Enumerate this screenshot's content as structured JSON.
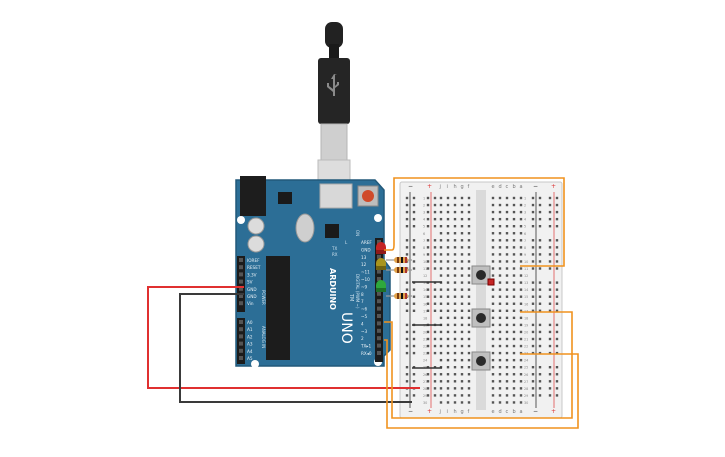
{
  "arduino": {
    "brand": "ARDUINO",
    "model": "UNO",
    "tm": "TM",
    "on_label": "ON",
    "tx": "TX",
    "rx": "RX",
    "l": "L",
    "digital_label": "DIGITAL (PWM ~)",
    "power_label": "POWER",
    "analog_label": "ANALOG IN",
    "digital_pins": [
      "AREF",
      "GND",
      "13",
      "12",
      "~11",
      "~10",
      "~9",
      "8",
      "7",
      "~6",
      "~5",
      "4",
      "~3",
      "2",
      "TX▸1",
      "RX◂0"
    ],
    "power_pins": [
      "IOREF",
      "RESET",
      "3.3V",
      "5V",
      "GND",
      "GND",
      "Vin"
    ],
    "analog_pins": [
      "A0",
      "A1",
      "A2",
      "A3",
      "A4",
      "A5"
    ]
  },
  "breadboard": {
    "column_letters": [
      "a",
      "b",
      "c",
      "d",
      "e",
      "f",
      "g",
      "h",
      "i",
      "j"
    ],
    "row_count": 30,
    "rail_symbols": [
      "−",
      "+"
    ]
  },
  "colors": {
    "board": "#2c6e96",
    "wire_red": "#e03030",
    "wire_black": "#3a3a3a",
    "wire_orange": "#f0921e",
    "led_red": "#c42424",
    "led_yellow": "#a8951e",
    "led_green": "#2ea83c",
    "breadboard": "#f1f1f1"
  }
}
